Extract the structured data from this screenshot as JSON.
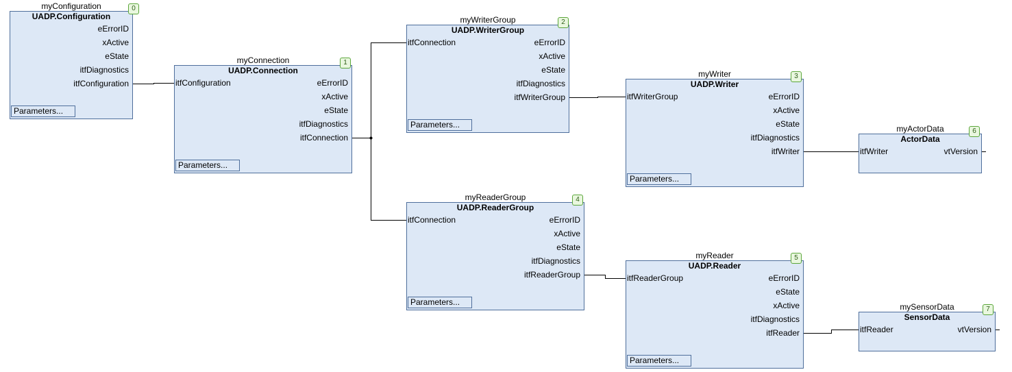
{
  "colors": {
    "block_fill": "#dde8f6",
    "block_border": "#4e6e9b",
    "badge_fill": "#e9f7df",
    "badge_border": "#5ba63a",
    "wire": "#000000"
  },
  "blocks": {
    "b0": {
      "instance": "myConfiguration",
      "type": "UADP.Configuration",
      "order": "0",
      "inputs": [],
      "outputs": [
        "eErrorID",
        "xActive",
        "eState",
        "itfDiagnostics",
        "itfConfiguration"
      ],
      "parameters": "Parameters..."
    },
    "b1": {
      "instance": "myConnection",
      "type": "UADP.Connection",
      "order": "1",
      "inputs": [
        "itfConfiguration"
      ],
      "outputs": [
        "eErrorID",
        "xActive",
        "eState",
        "itfDiagnostics",
        "itfConnection"
      ],
      "parameters": "Parameters..."
    },
    "b2": {
      "instance": "myWriterGroup",
      "type": "UADP.WriterGroup",
      "order": "2",
      "inputs": [
        "itfConnection"
      ],
      "outputs": [
        "eErrorID",
        "xActive",
        "eState",
        "itfDiagnostics",
        "itfWriterGroup"
      ],
      "parameters": "Parameters..."
    },
    "b3": {
      "instance": "myWriter",
      "type": "UADP.Writer",
      "order": "3",
      "inputs": [
        "itfWriterGroup"
      ],
      "outputs": [
        "eErrorID",
        "xActive",
        "eState",
        "itfDiagnostics",
        "itfWriter"
      ],
      "parameters": "Parameters..."
    },
    "b4": {
      "instance": "myReaderGroup",
      "type": "UADP.ReaderGroup",
      "order": "4",
      "inputs": [
        "itfConnection"
      ],
      "outputs": [
        "eErrorID",
        "xActive",
        "eState",
        "itfDiagnostics",
        "itfReaderGroup"
      ],
      "parameters": "Parameters..."
    },
    "b5": {
      "instance": "myReader",
      "type": "UADP.Reader",
      "order": "5",
      "inputs": [
        "itfReaderGroup"
      ],
      "outputs": [
        "eErrorID",
        "eState",
        "xActive",
        "itfDiagnostics",
        "itfReader"
      ],
      "parameters": "Parameters..."
    },
    "b6": {
      "instance": "myActorData",
      "type": "ActorData",
      "order": "6",
      "inputs": [
        "itfWriter"
      ],
      "outputs": [
        "vtVersion"
      ]
    },
    "b7": {
      "instance": "mySensorData",
      "type": "SensorData",
      "order": "7",
      "inputs": [
        "itfReader"
      ],
      "outputs": [
        "vtVersion"
      ]
    }
  }
}
